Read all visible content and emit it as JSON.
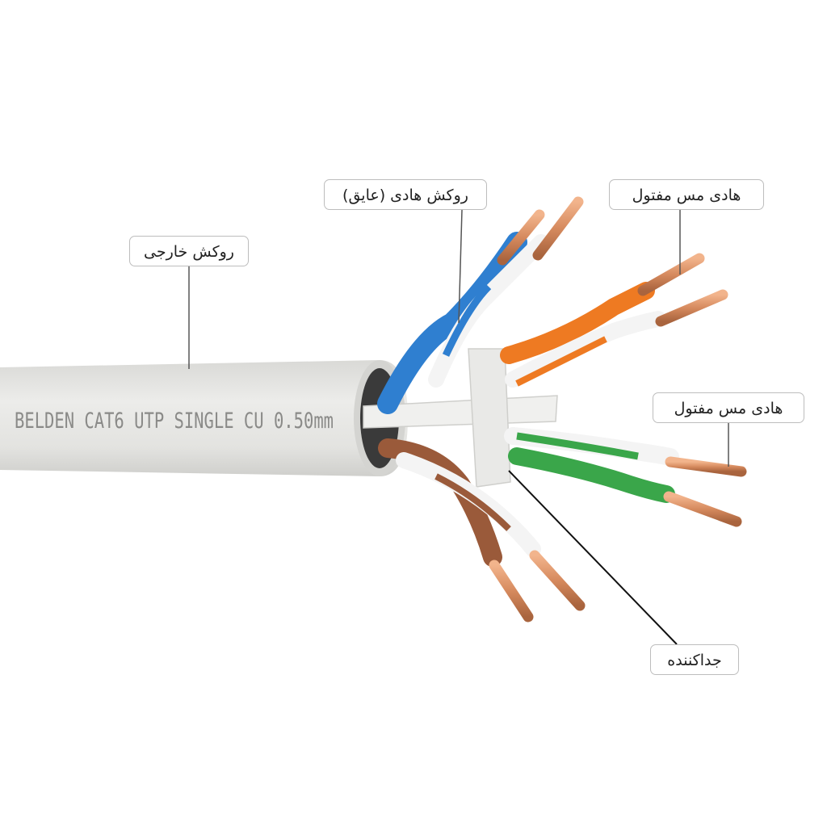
{
  "diagram": {
    "cable_print": "BELDEN CAT6 UTP SINGLE CU 0.50mm",
    "labels": {
      "outer_jacket": "روکش خارجی",
      "insulation": "روکش هادی (عایق)",
      "copper_conductor_top": "هادی مس مفتول",
      "copper_conductor_right": "هادی مس مفتول",
      "separator": "جداکننده"
    },
    "colors": {
      "jacket": "#e6e6e3",
      "blue": "#2f7fd0",
      "orange": "#ee7a22",
      "green": "#3aa64a",
      "brown": "#9a5a3a",
      "copper": "#d68a5e"
    }
  }
}
